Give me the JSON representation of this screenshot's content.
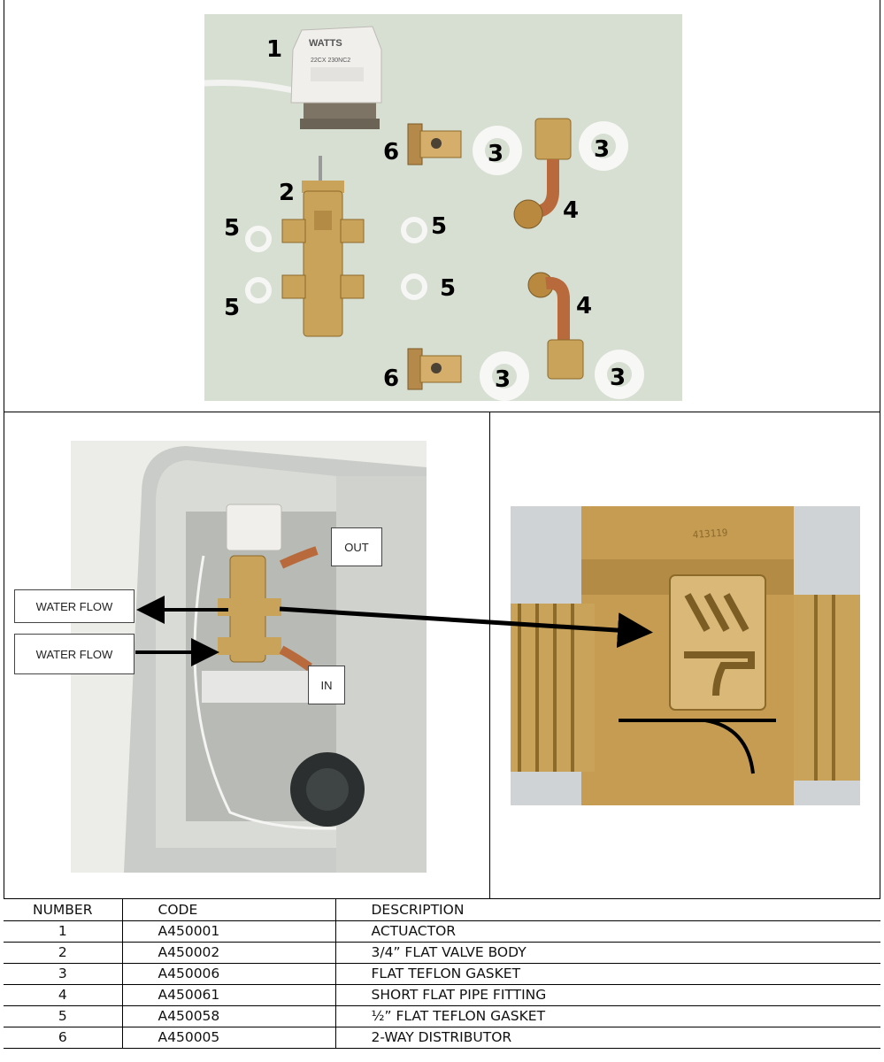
{
  "parts_photo": {
    "actuator_brand": "WATTS",
    "actuator_model": "22CX 230NC2",
    "labels": [
      "1",
      "2",
      "3",
      "3",
      "3",
      "3",
      "4",
      "4",
      "5",
      "5",
      "5",
      "5",
      "6",
      "6"
    ]
  },
  "installation": {
    "water_flow_out_label": "WATER FLOW",
    "water_flow_in_label": "WATER FLOW",
    "out_label": "OUT",
    "in_label": "IN"
  },
  "table": {
    "headers": {
      "number": "NUMBER",
      "code": "CODE",
      "description": "DESCRIPTION"
    },
    "rows": [
      {
        "number": "1",
        "code": "A450001",
        "description": "ACTUACTOR"
      },
      {
        "number": "2",
        "code": "A450002",
        "description": "3/4” FLAT VALVE BODY"
      },
      {
        "number": "3",
        "code": "A450006",
        "description": "FLAT TEFLON GASKET"
      },
      {
        "number": "4",
        "code": "A450061",
        "description": "SHORT FLAT PIPE FITTING"
      },
      {
        "number": "5",
        "code": "A450058",
        "description": "½” FLAT TEFLON GASKET"
      },
      {
        "number": "6",
        "code": "A450005",
        "description": "2-WAY DISTRIBUTOR"
      }
    ]
  },
  "colors": {
    "brass": "#c9a35a",
    "brass_dark": "#8c6a2a",
    "copper": "#b86a3c",
    "photo_background": "#d7dfd3",
    "cabinet_grey": "#c9ccc8"
  }
}
